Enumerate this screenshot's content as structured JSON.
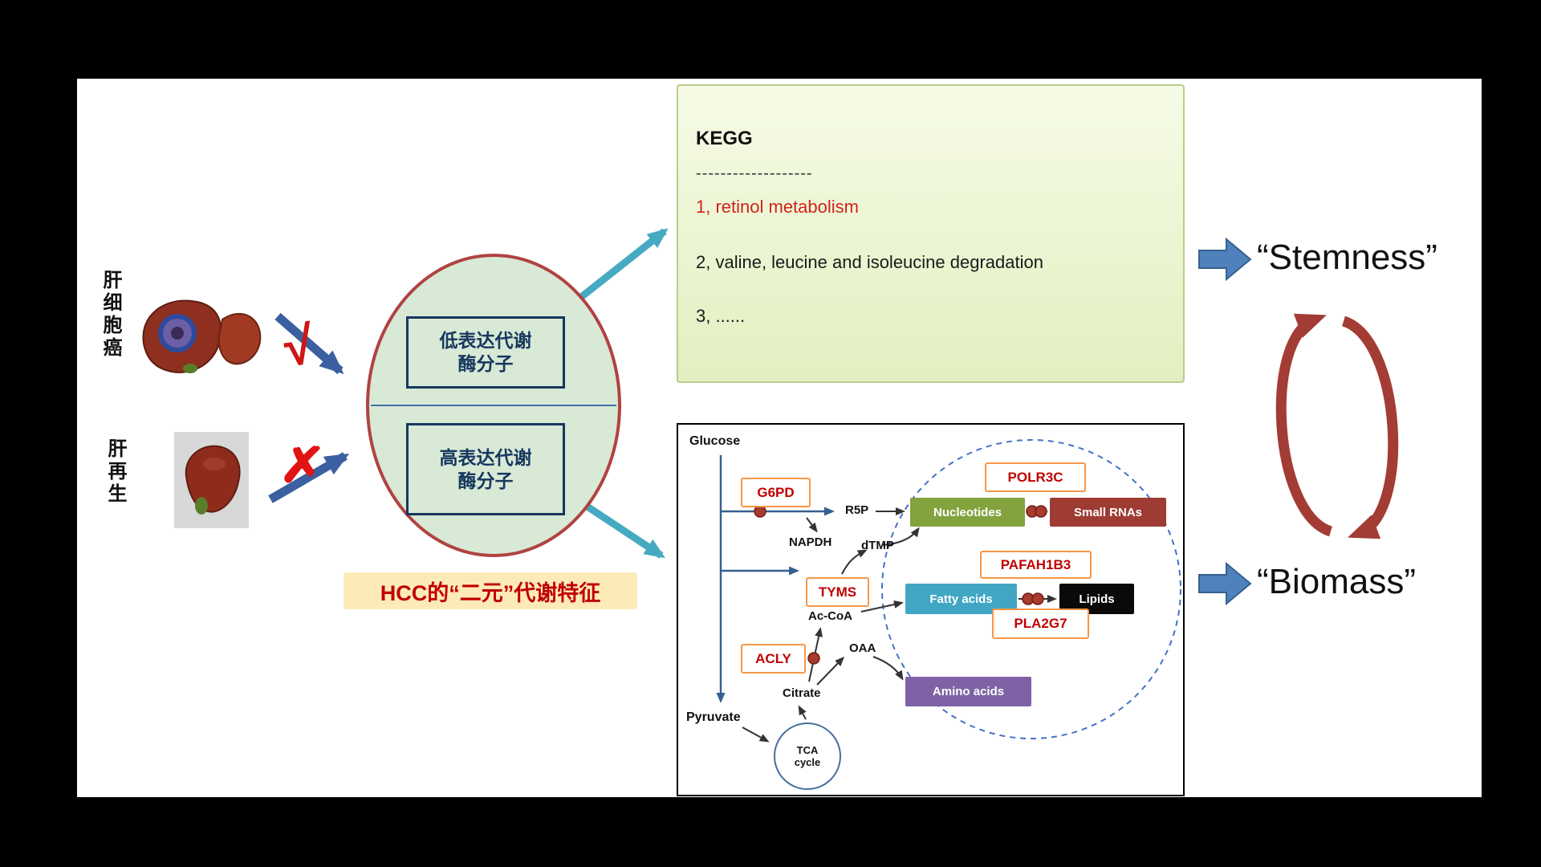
{
  "left": {
    "hcc_label": "肝细胞癌",
    "regeneration_label": "肝再生",
    "check_glyph": "√",
    "cross_glyph": "✗"
  },
  "center": {
    "low_expression_box": "低表达代谢\n酶分子",
    "high_expression_box": "高表达代谢\n酶分子",
    "caption": "HCC的“二元”代谢特征"
  },
  "kegg": {
    "title": "KEGG",
    "divider": "-------------------",
    "items": [
      "1, retinol metabolism",
      "2, valine, leucine and isoleucine degradation",
      "3, ......"
    ]
  },
  "pathway": {
    "glucose": "Glucose",
    "g6pd": "G6PD",
    "r5p": "R5P",
    "napdh": "NAPDH",
    "dtmp": "dTMP",
    "tyms": "TYMS",
    "nucleotides": "Nucleotides",
    "polr3c": "POLR3C",
    "small_rnas": "Small RNAs",
    "pafah1b3": "PAFAH1B3",
    "fatty_acids": "Fatty acids",
    "lipids": "Lipids",
    "pla2g7": "PLA2G7",
    "ac_coa": "Ac-CoA",
    "acly": "ACLY",
    "oaa": "OAA",
    "amino_acids": "Amino acids",
    "citrate": "Citrate",
    "pyruvate": "Pyruvate",
    "tca_cycle": "TCA\ncycle"
  },
  "right": {
    "stemness": "“Stemness”",
    "biomass": "“Biomass”"
  },
  "colors": {
    "kegg_highlight_red": "#d02318",
    "gene_text_red": "#c00000",
    "gene_box_orange": "#f79646",
    "nucleotides_green": "#82a33e",
    "small_rnas_maroon": "#9e3b32",
    "fatty_acids_teal": "#41a6c4",
    "lipids_black": "#0a0a0a",
    "amino_acids_purple": "#7d63a5",
    "block_arrow_blue": "#4f81bd",
    "cycle_arrow_red": "#a33c35",
    "ellipse_fill_green": "#d8e9d6",
    "ellipse_border_red": "#b04341",
    "caption_bg_tan": "#fdeab9",
    "left_arrow_blue": "#3b5fa0",
    "teal_arrow": "#46aac2",
    "red_dot": "#a93a2e"
  }
}
